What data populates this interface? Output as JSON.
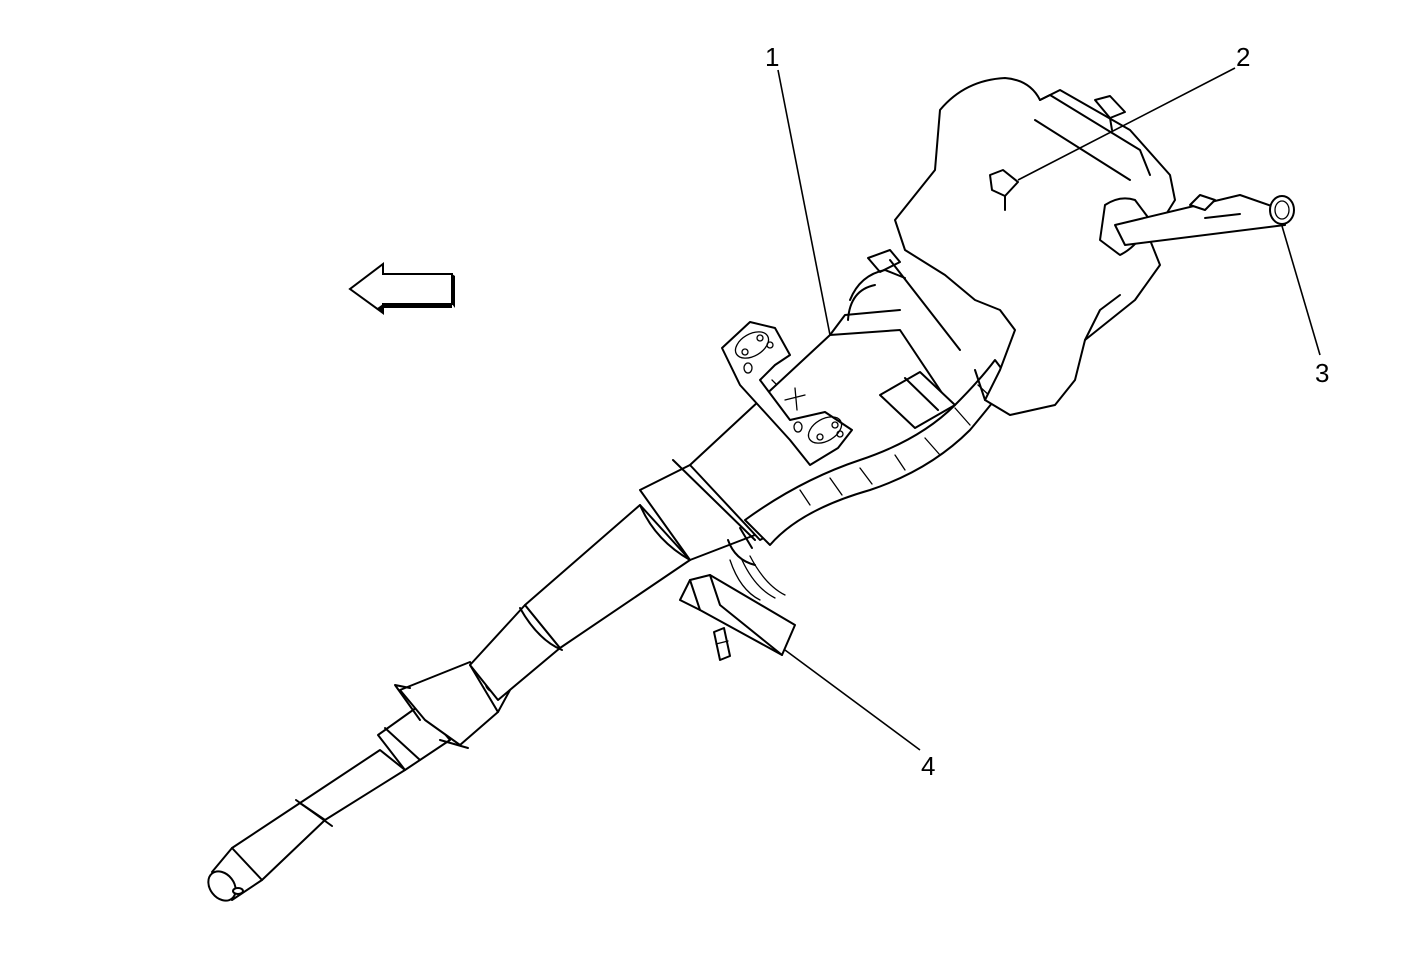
{
  "diagram": {
    "callouts": [
      {
        "id": "1",
        "label": "1"
      },
      {
        "id": "2",
        "label": "2"
      },
      {
        "id": "3",
        "label": "3"
      },
      {
        "id": "4",
        "label": "4"
      }
    ],
    "direction_arrow_icon": "arrow-left-icon"
  }
}
